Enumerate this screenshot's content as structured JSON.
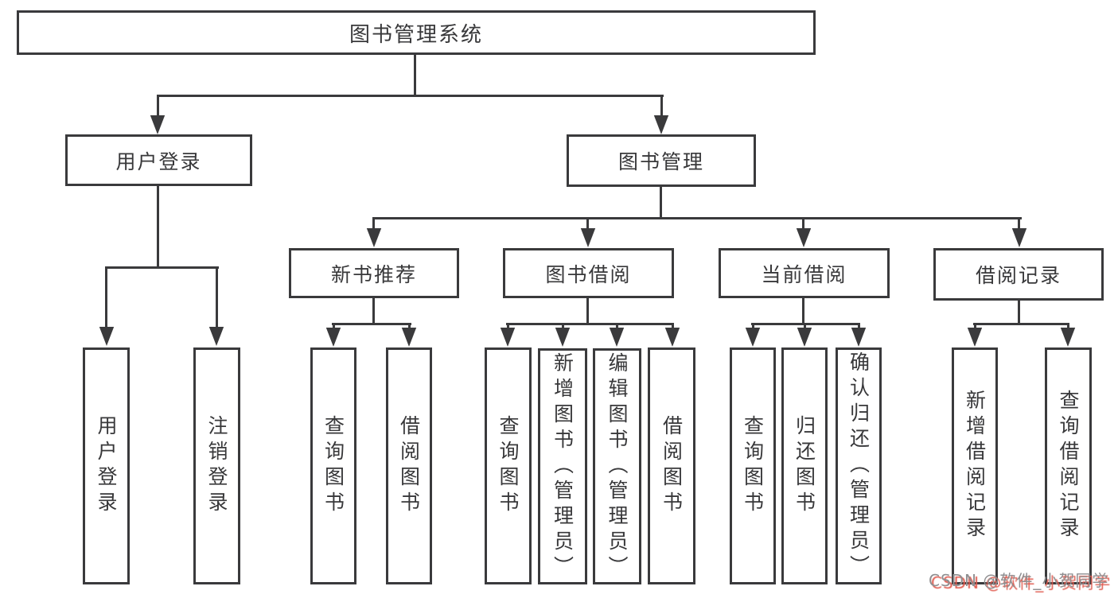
{
  "nodes": {
    "root": "图书管理系统",
    "user_login": "用户登录",
    "book_mgmt": "图书管理",
    "new_book": "新书推荐",
    "book_borrow": "图书借阅",
    "current_borrow": "当前借阅",
    "borrow_records": "借阅记录",
    "leaf_user_login": "用户登录",
    "leaf_logout": "注销登录",
    "nb_query": "查询图书",
    "nb_borrow": "借阅图书",
    "bb_query": "查询图书",
    "bb_add": "新增图书（管理员）",
    "bb_edit": "编辑图书（管理员）",
    "bb_borrow": "借阅图书",
    "cb_query": "查询图书",
    "cb_return": "归还图书",
    "cb_confirm": "确认归还（管理员）",
    "br_add": "新增借阅记录",
    "br_query": "查询借阅记录"
  },
  "watermark": "CSDN @软件_小贺同学",
  "colors": {
    "line": "#3a3a3c",
    "text": "#38383a",
    "watermark": "#8f8f91",
    "watermark_shadow": "#e0594d",
    "background": "#ffffff"
  }
}
